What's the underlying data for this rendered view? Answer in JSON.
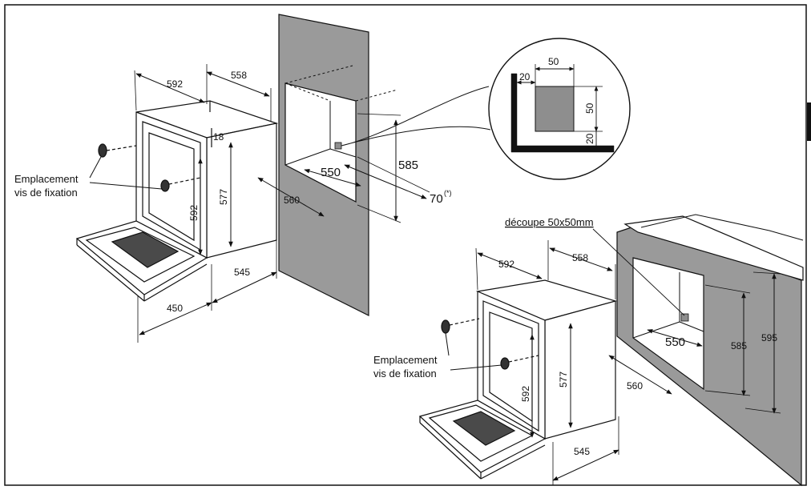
{
  "colors": {
    "wall": "#9a9a9a",
    "niche": "#ffffff",
    "ink": "#111111",
    "cutout": "#8e8e8e",
    "glass": "#4a4a4a"
  },
  "oven_dims": {
    "width": "592",
    "depth": "558",
    "panel": "18",
    "height": "577",
    "door_height": "592",
    "base_depth": "545",
    "door_open": "450"
  },
  "niche_dims": {
    "width": "550",
    "height": "585",
    "depth": "560",
    "clearance": "70",
    "clearance_note": "(*)"
  },
  "detail_dims": {
    "cut_w": "50",
    "cut_h": "50",
    "offset_left": "20",
    "offset_bottom": "20"
  },
  "label_fixing_1": "Emplacement",
  "label_fixing_2": "vis de fixation",
  "label_cutout": "découpe 50x50mm",
  "cabinet_dims": {
    "width": "592",
    "depth": "558",
    "height": "577",
    "door_height": "592",
    "base_depth": "545",
    "niche_width": "550",
    "niche_depth": "560",
    "niche_height": "585",
    "total_height": "595"
  }
}
